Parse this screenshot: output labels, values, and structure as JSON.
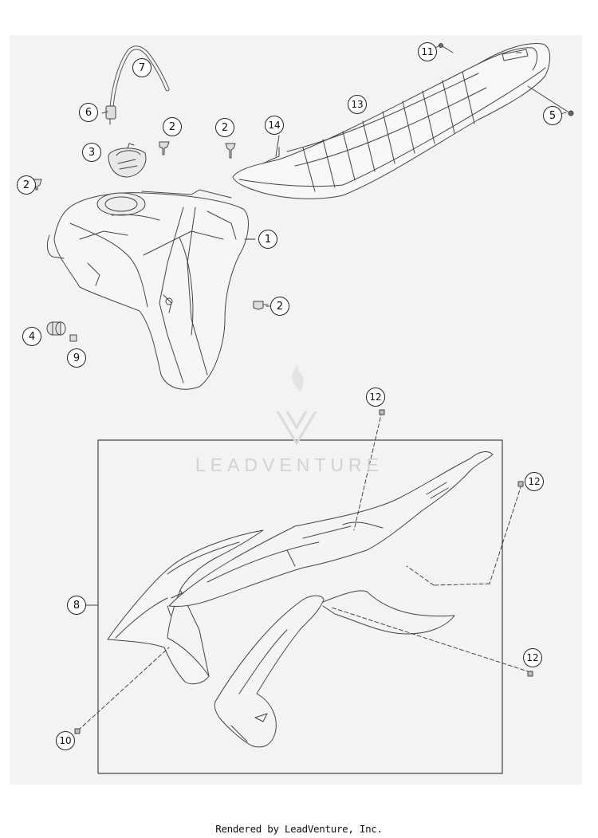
{
  "diagram": {
    "callouts": [
      {
        "id": "c1",
        "label": "1"
      },
      {
        "id": "c2a",
        "label": "2"
      },
      {
        "id": "c2b",
        "label": "2"
      },
      {
        "id": "c2c",
        "label": "2"
      },
      {
        "id": "c2d",
        "label": "2"
      },
      {
        "id": "c3",
        "label": "3"
      },
      {
        "id": "c4",
        "label": "4"
      },
      {
        "id": "c5",
        "label": "5"
      },
      {
        "id": "c6",
        "label": "6"
      },
      {
        "id": "c7",
        "label": "7"
      },
      {
        "id": "c8",
        "label": "8"
      },
      {
        "id": "c9",
        "label": "9"
      },
      {
        "id": "c10",
        "label": "10"
      },
      {
        "id": "c11",
        "label": "11"
      },
      {
        "id": "c12a",
        "label": "12"
      },
      {
        "id": "c12b",
        "label": "12"
      },
      {
        "id": "c12c",
        "label": "12"
      },
      {
        "id": "c13",
        "label": "13"
      },
      {
        "id": "c14",
        "label": "14"
      }
    ]
  },
  "watermark": {
    "text": "LEADVENTURE"
  },
  "footer": {
    "text": "Rendered by LeadVenture, Inc."
  }
}
